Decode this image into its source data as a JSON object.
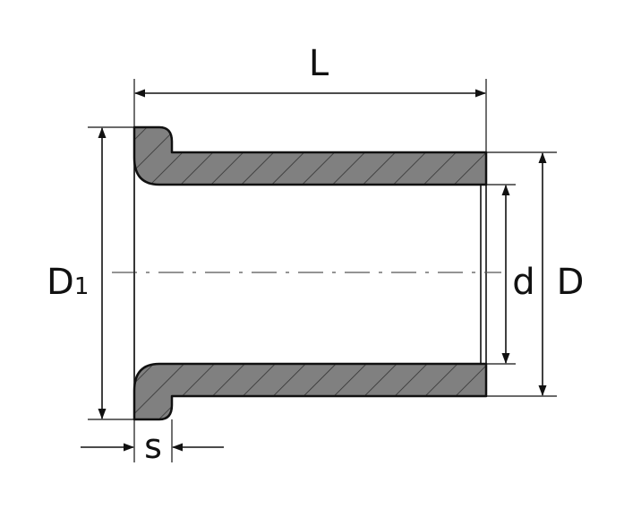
{
  "labels": {
    "length": "L",
    "flange_diameter_main": "D",
    "flange_diameter_sub": "1",
    "inner_diameter": "d",
    "outer_diameter": "D",
    "flange_thickness": "s"
  },
  "colors": {
    "section_fill": "#808080",
    "hatch": "#333333",
    "line": "#111111",
    "centerline": "#555555"
  }
}
